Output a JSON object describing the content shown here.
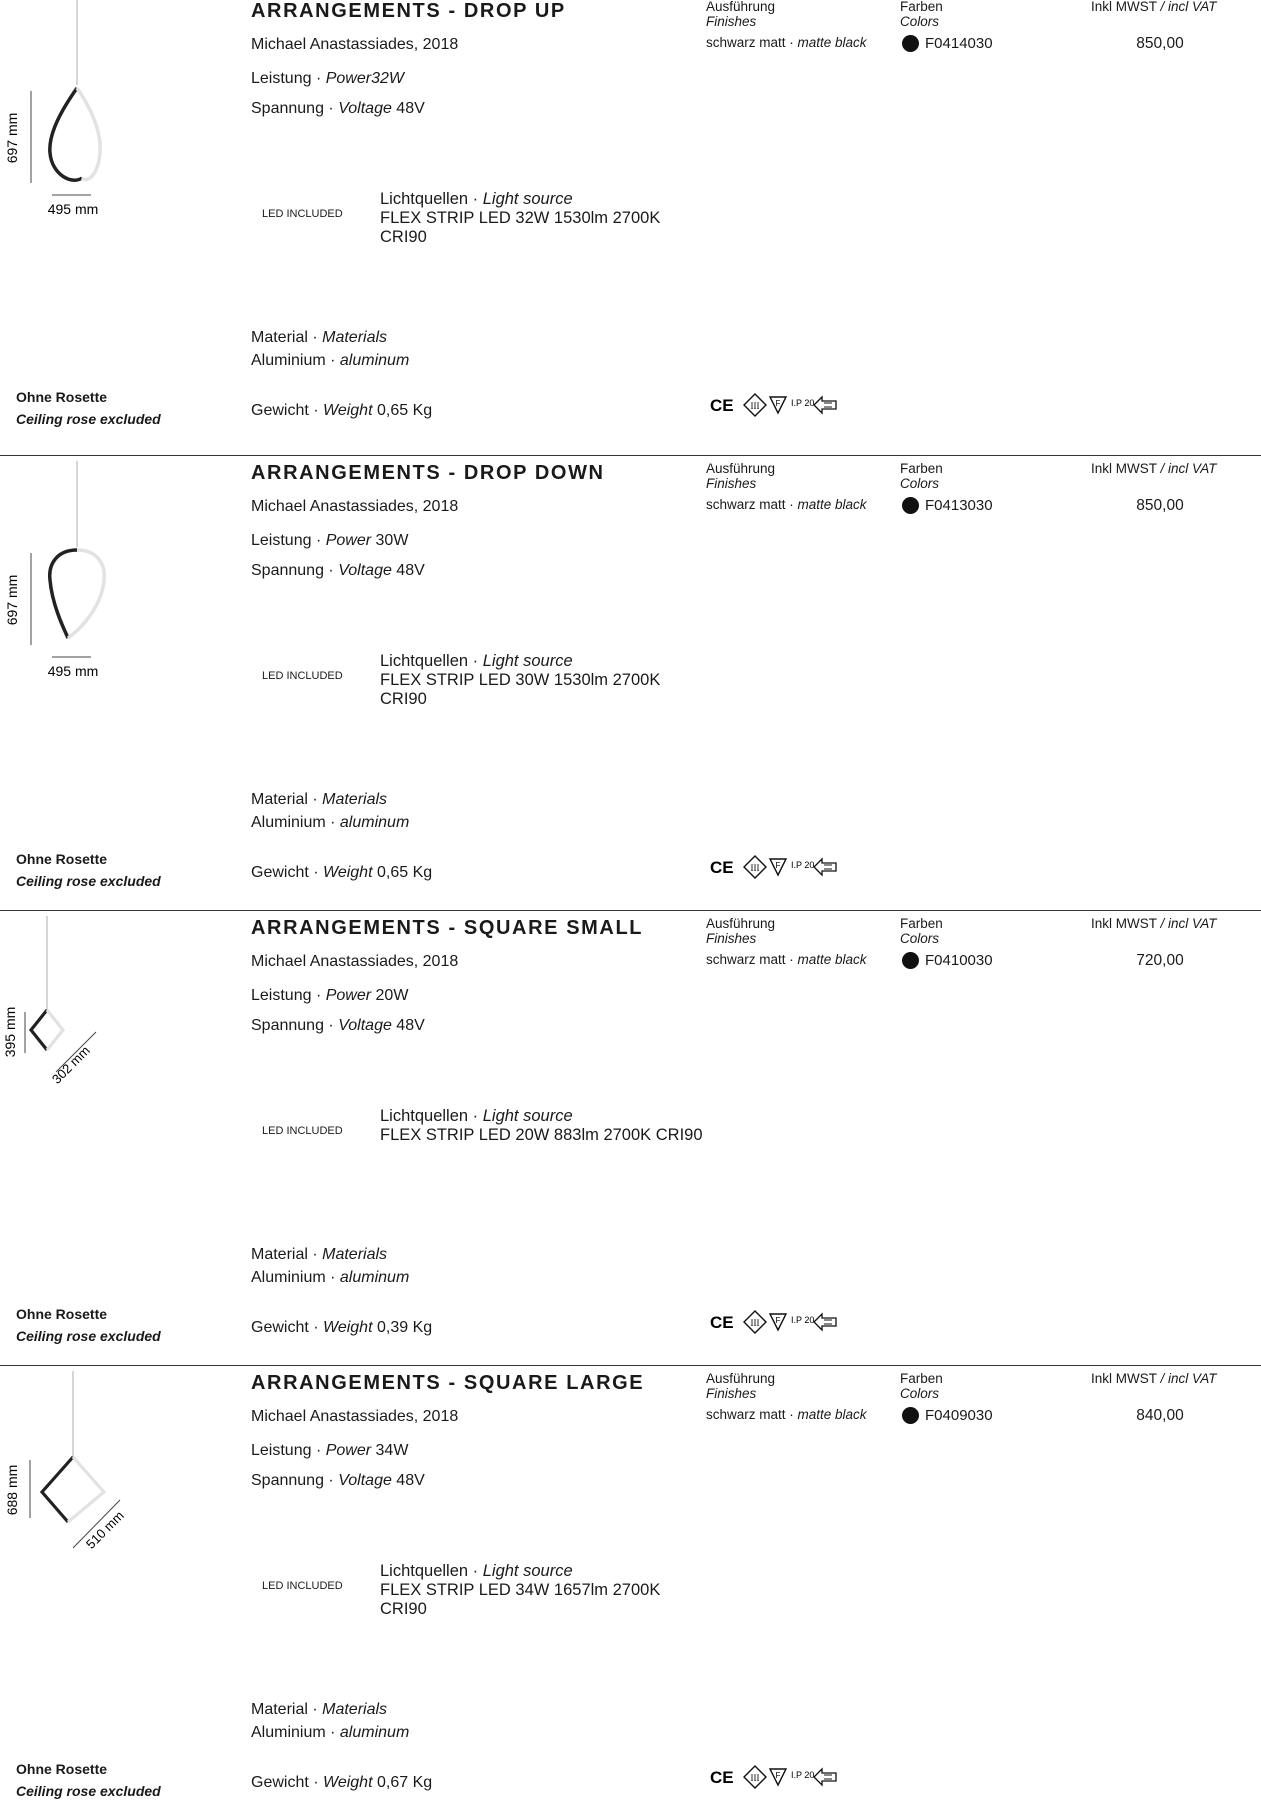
{
  "labels": {
    "designer": "Michael Anastassiades, 2018",
    "power_de": "Leistung · ",
    "power_en": "Power",
    "voltage_de": "Spannung · ",
    "voltage_en": "Voltage",
    "led_included": "LED INCLUDED",
    "light_source_de": "Lichtquellen  · ",
    "light_source_en": "Light source",
    "material_de": "Material · ",
    "material_en": "Materials",
    "aluminium_de": "Aluminium · ",
    "aluminium_en": "aluminum",
    "weight_de": "Gewicht · ",
    "weight_en": "Weight",
    "rosette_de": "Ohne Rosette",
    "rosette_en": "Ceiling rose  excluded",
    "finishes_de": "Ausführung",
    "finishes_en": "Finishes",
    "colors_de": "Farben",
    "colors_en": "Colors",
    "vat_de": "Inkl MWST ",
    "vat_en": "/ incl VAT",
    "finish_de": "schwarz matt · ",
    "finish_en": "matte black",
    "cert_ce": "CE",
    "cert_class": "III",
    "cert_ip": "I.P 20"
  },
  "products": [
    {
      "title": "ARRANGEMENTS - DROP UP",
      "power": "32W",
      "power_italic": true,
      "voltage": " 48V",
      "light_source": "FLEX STRIP LED 32W 1530lm 2700K CRI90",
      "weight": "0,65 Kg",
      "code": "F0414030",
      "price": "850,00",
      "dim_height": "697 mm",
      "dim_width": "495 mm",
      "shape": "drop-up",
      "finish_color": "#111111"
    },
    {
      "title": "ARRANGEMENTS - DROP DOWN",
      "power": "30W",
      "power_italic": false,
      "voltage": " 48V",
      "light_source": "FLEX STRIP LED 30W 1530lm 2700K CRI90",
      "weight": "0,65 Kg",
      "code": "F0413030",
      "price": "850,00",
      "dim_height": "697 mm",
      "dim_width": "495 mm",
      "shape": "drop-down",
      "finish_color": "#111111"
    },
    {
      "title": "ARRANGEMENTS - SQUARE SMALL",
      "power": "20W",
      "power_italic": false,
      "voltage": " 48V",
      "light_source": "FLEX STRIP LED 20W 883lm 2700K CRI90",
      "weight": "0,39 Kg",
      "code": "F0410030",
      "price": "720,00",
      "dim_height": "395 mm",
      "dim_width": "302 mm",
      "shape": "square-small",
      "finish_color": "#111111"
    },
    {
      "title": "ARRANGEMENTS - SQUARE LARGE",
      "power": "34W",
      "power_italic": false,
      "voltage": " 48V",
      "light_source": "FLEX STRIP LED 34W 1657lm 2700K CRI90",
      "weight": "0,67 Kg",
      "code": "F0409030",
      "price": "840,00",
      "dim_height": "688 mm",
      "dim_width": "510 mm",
      "shape": "square-large",
      "finish_color": "#111111"
    }
  ]
}
